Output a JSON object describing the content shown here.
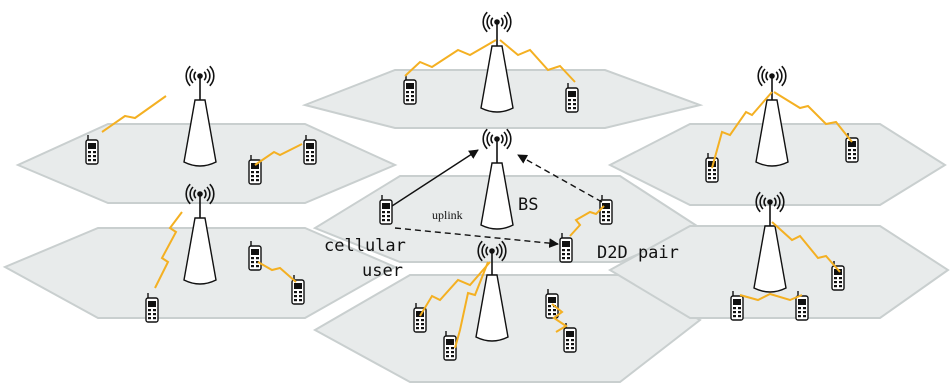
{
  "labels": {
    "bs": "BS",
    "uplink": "uplink",
    "cellular_line1": "cellular",
    "cellular_line2": "user",
    "d2d_pair": "D2D pair"
  },
  "icons": {
    "base_station": "cell-tower-icon",
    "user_device": "mobile-phone-icon",
    "wireless_link": "lightning-zigzag-icon"
  },
  "colors": {
    "cell_fill": "#e8ebeb",
    "cell_border": "#c9cfcf",
    "wireless_link": "#f4b022",
    "arrow": "#111111",
    "tower": "#ffffff"
  }
}
